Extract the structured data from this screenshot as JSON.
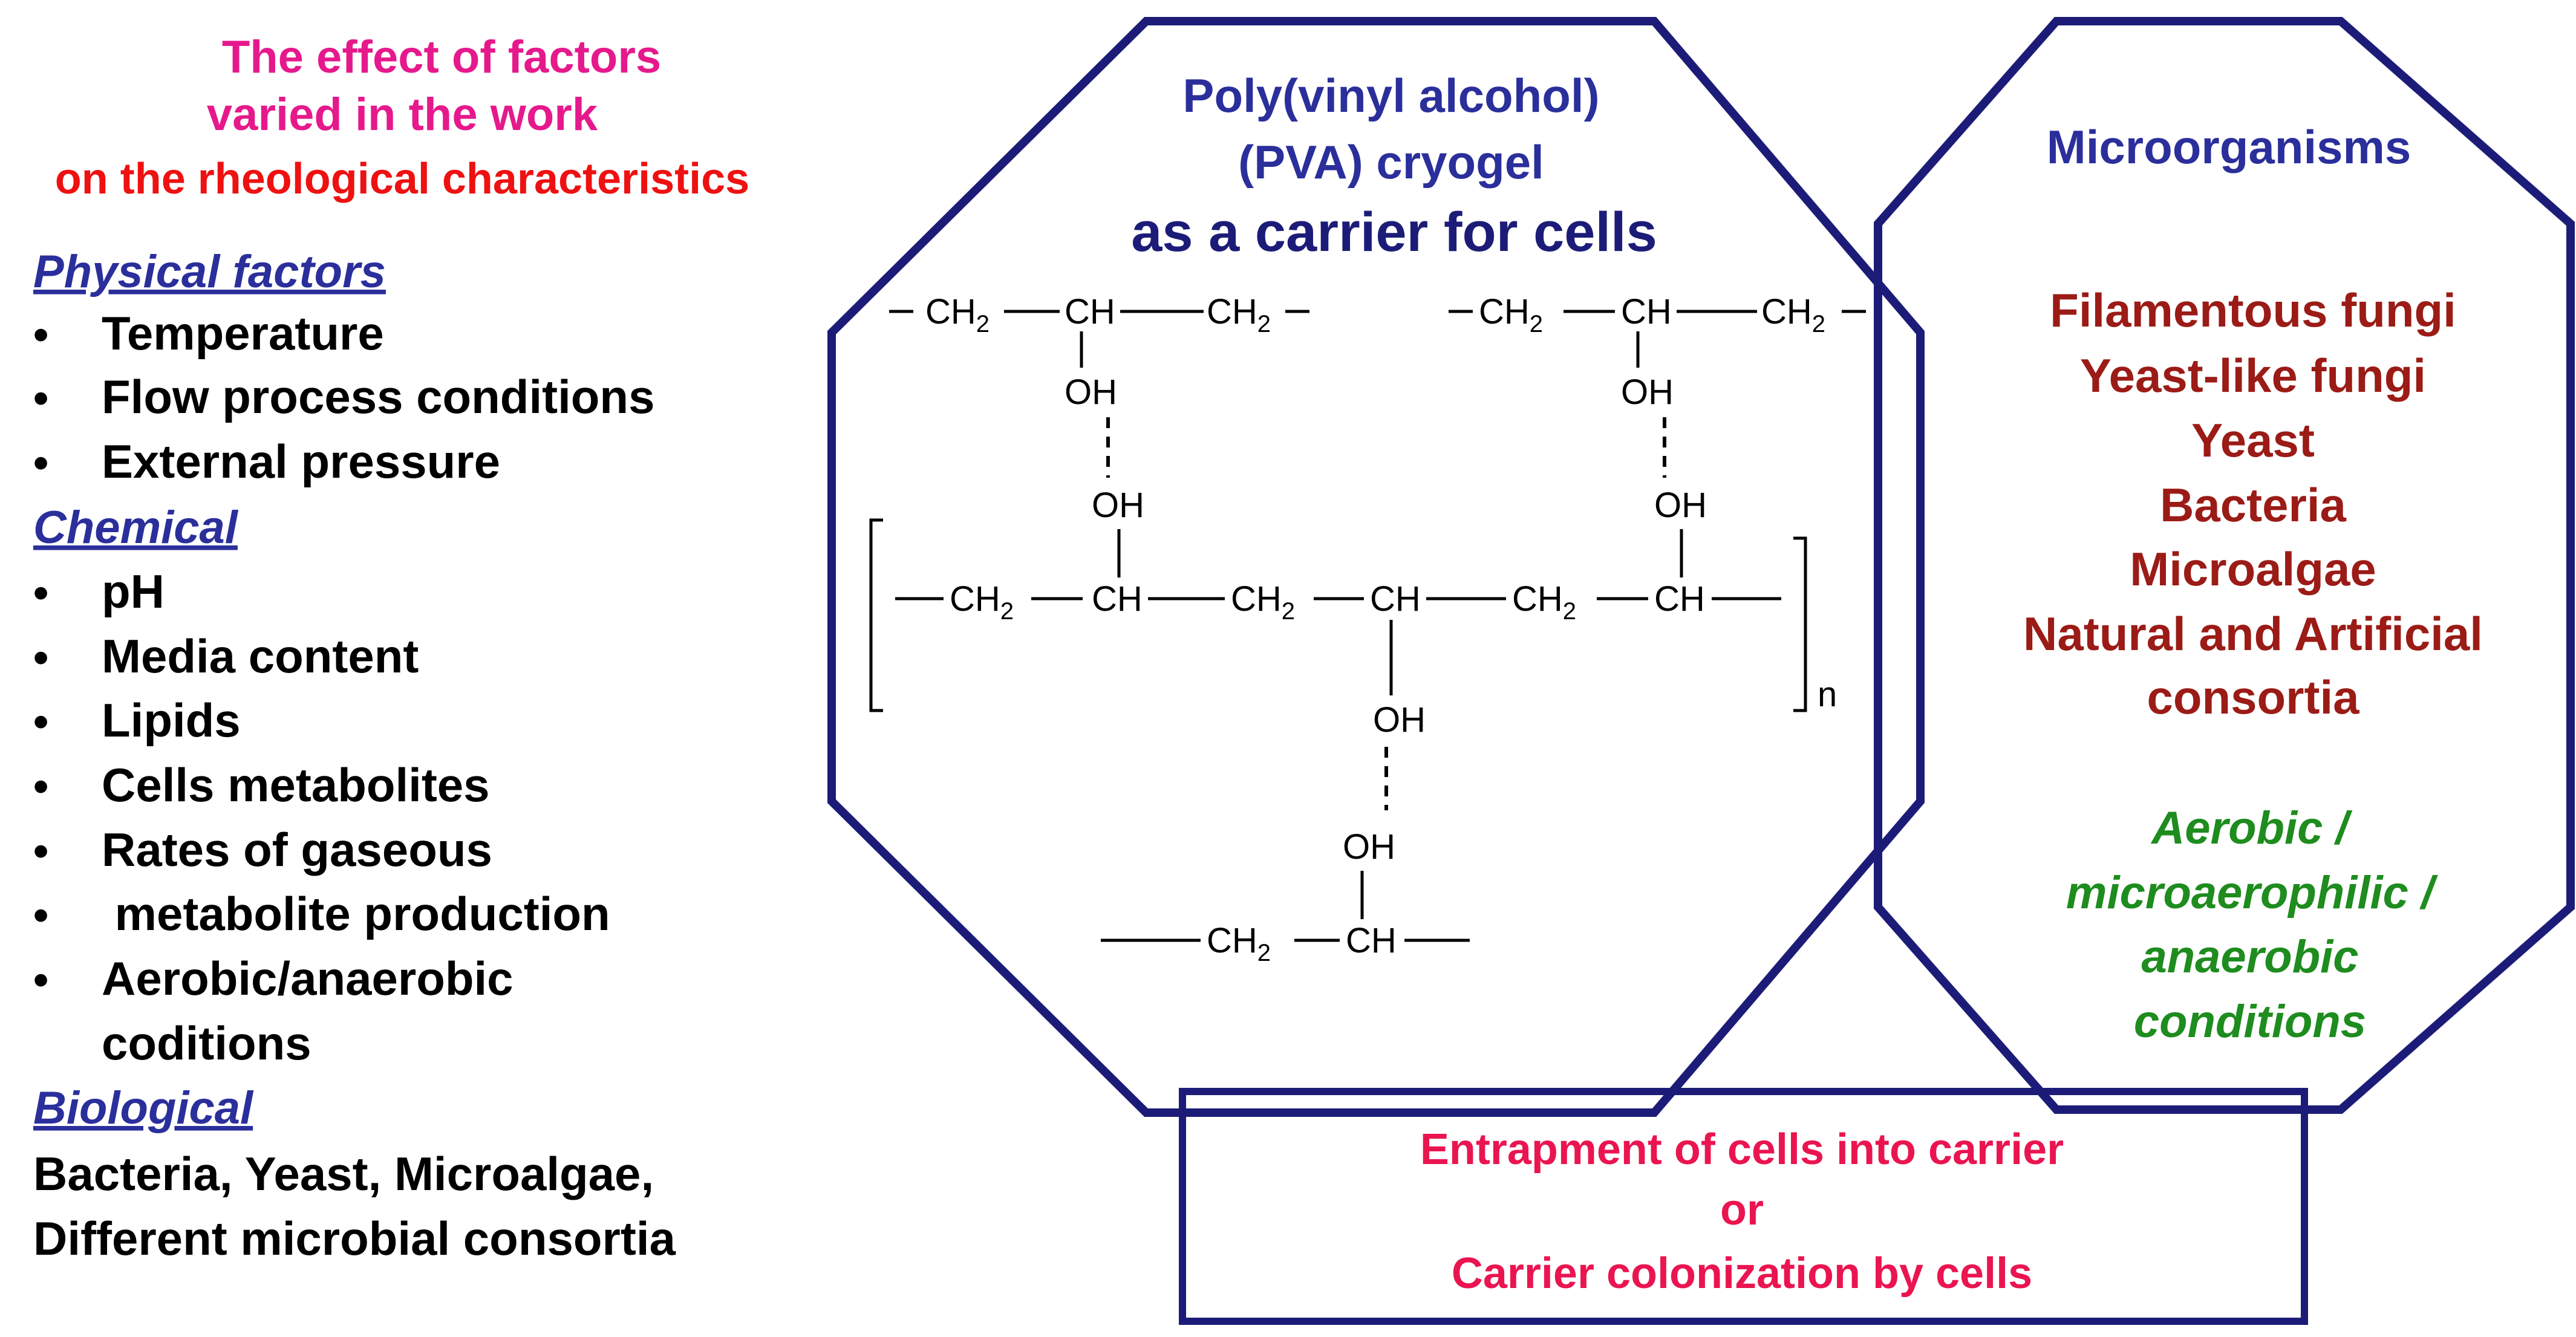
{
  "colors": {
    "magenta": "#e6198c",
    "red": "#ee1111",
    "navy": "#1c1c78",
    "factor_blue": "#2b2f9b",
    "dark_red": "#9b1b16",
    "green": "#1e8c1e",
    "pink_red": "#ea1550",
    "black": "#000000"
  },
  "left_panel": {
    "title_line1": "The effect of factors",
    "title_line2": "varied in the work",
    "subtitle": "on the rheological characteristics",
    "physical_heading": "Physical factors",
    "physical_items": [
      "Temperature",
      "Flow process conditions",
      "External pressure"
    ],
    "chemical_heading": "Chemical",
    "chemical_items": [
      "pH",
      "Media content",
      "Lipids",
      "Cells metabolites",
      "Rates of gaseous",
      " metabolite production",
      "Aerobic/anaerobic",
      "coditions"
    ],
    "biological_heading": "Biological",
    "biological_line1": "Bacteria, Yeast, Microalgae,",
    "biological_line2": "Different microbial consortia",
    "bullet": "•"
  },
  "pva": {
    "title_line1": "Poly(vinyl alcohol)",
    "title_line2": "(PVA) cryogel",
    "title_line3": "as a carrier for cells",
    "structure": {
      "ch2": "CH",
      "sub2": "2",
      "ch": "CH",
      "oh": "OH",
      "n": "n"
    }
  },
  "microorganisms": {
    "title": "Microorganisms",
    "items": [
      "Filamentous fungi",
      "Yeast-like fungi",
      "Yeast",
      "Bacteria",
      "Microalgae",
      "Natural and Artificial",
      "consortia"
    ],
    "conditions": [
      "Aerobic /",
      "microaerophilic /",
      "anaerobic",
      "conditions"
    ]
  },
  "bottom_box": {
    "line1": "Entrapment of cells into carrier",
    "line2": "or",
    "line3": "Carrier colonization by cells"
  }
}
